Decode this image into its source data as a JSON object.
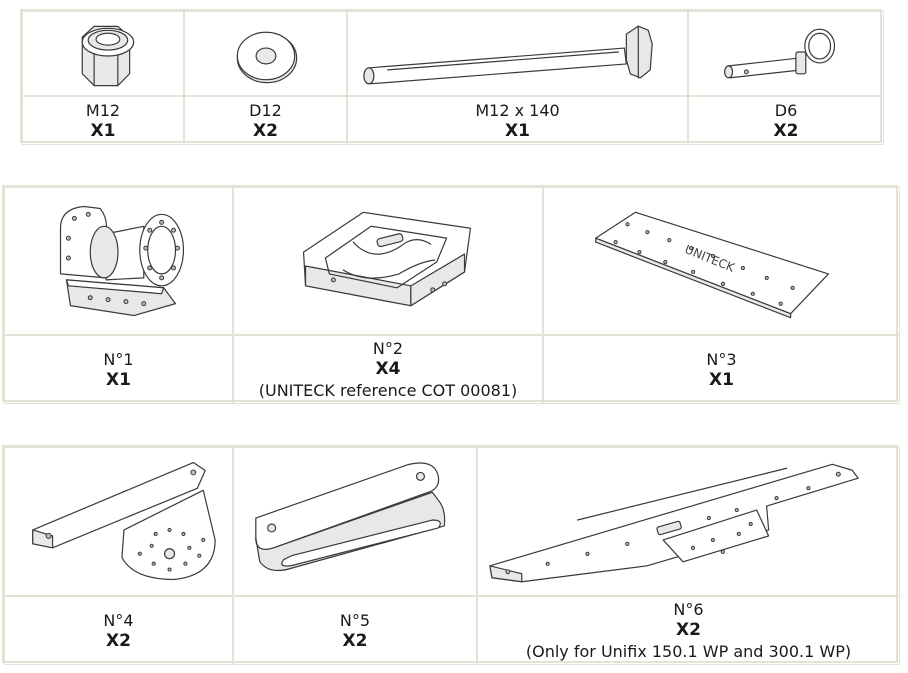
{
  "hardware": [
    {
      "name": "M12",
      "qty": "X1",
      "icon": "nut-icon"
    },
    {
      "name": "D12",
      "qty": "X2",
      "icon": "washer-icon"
    },
    {
      "name": "M12 x 140",
      "qty": "X1",
      "icon": "bolt-icon"
    },
    {
      "name": "D6",
      "qty": "X2",
      "icon": "pin-icon"
    }
  ],
  "parts_row1": [
    {
      "name": "N°1",
      "qty": "X1",
      "note": "",
      "icon": "pivot-bracket-icon"
    },
    {
      "name": "N°2",
      "qty": "X4",
      "note": "(UNITECK reference COT 00081)",
      "icon": "saddle-clamp-icon"
    },
    {
      "name": "N°3",
      "qty": "X1",
      "note": "",
      "icon": "mounting-plate-icon"
    }
  ],
  "parts_row2": [
    {
      "name": "N°4",
      "qty": "X2",
      "note": "",
      "icon": "tilt-arm-icon"
    },
    {
      "name": "N°5",
      "qty": "X2",
      "note": "",
      "icon": "slotted-arm-icon"
    },
    {
      "name": "N°6",
      "qty": "X2",
      "note": "(Only for Unifix 150.1 WP and 300.1 WP)",
      "icon": "long-rail-icon"
    }
  ]
}
